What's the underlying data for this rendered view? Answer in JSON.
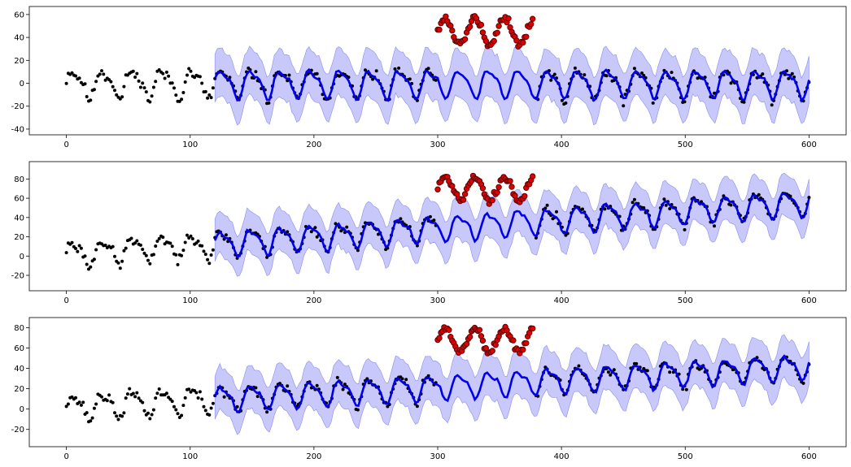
{
  "figure": {
    "panel_count": 3
  },
  "colors": {
    "prediction_line": "#0000ee",
    "confidence_band": "#c8c8fa",
    "confidence_band_edge": "#8c8cf0",
    "observed_points": "#000000",
    "anomaly_points_fill": "#e00000",
    "anomaly_points_edge": "#5a0000",
    "axes": "#000000"
  },
  "chart_data": [
    {
      "type": "line",
      "panel": "top",
      "xlim": [
        -30,
        630
      ],
      "ylim": [
        -45,
        67
      ],
      "xticks": [
        0,
        100,
        200,
        300,
        400,
        500,
        600
      ],
      "yticks": [
        -40,
        -20,
        0,
        20,
        40,
        60
      ],
      "trend_start": 0,
      "trend_end": 0,
      "seasonal_amplitude": 11,
      "seasonal_period": 24,
      "noise": 4,
      "band_halfwidth": 19,
      "forecast_start": 120,
      "forecast_end": 600,
      "anomaly_window": [
        300,
        378
      ],
      "anomaly_level": 45,
      "anomaly_swing": 12,
      "seed": 11,
      "series": [
        {
          "role": "observed",
          "marker": "point"
        },
        {
          "role": "anomaly",
          "marker": "point"
        },
        {
          "role": "prediction",
          "marker": "line"
        },
        {
          "role": "interval",
          "marker": "band"
        }
      ]
    },
    {
      "type": "line",
      "panel": "middle",
      "xlim": [
        -30,
        630
      ],
      "ylim": [
        -36,
        98
      ],
      "xticks": [
        0,
        100,
        200,
        300,
        400,
        500,
        600
      ],
      "yticks": [
        -20,
        0,
        20,
        40,
        60,
        80
      ],
      "trend_start": 2,
      "trend_end": 56,
      "seasonal_amplitude": 12,
      "seasonal_period": 24,
      "noise": 4,
      "band_halfwidth": 20,
      "forecast_start": 120,
      "forecast_end": 600,
      "anomaly_window": [
        300,
        378
      ],
      "anomaly_level": 70,
      "anomaly_swing": 12,
      "seed": 23,
      "series": [
        {
          "role": "observed",
          "marker": "point"
        },
        {
          "role": "anomaly",
          "marker": "point"
        },
        {
          "role": "prediction",
          "marker": "line"
        },
        {
          "role": "interval",
          "marker": "band"
        }
      ]
    },
    {
      "type": "line",
      "panel": "bottom",
      "xlim": [
        -30,
        630
      ],
      "ylim": [
        -37,
        90
      ],
      "xticks": [
        0,
        100,
        200,
        300,
        400,
        500,
        600
      ],
      "yticks": [
        -20,
        0,
        20,
        40,
        60,
        80
      ],
      "trend_start": 2,
      "trend_end": 42,
      "seasonal_amplitude": 11,
      "seasonal_period": 24,
      "noise": 4,
      "band_halfwidth": 20,
      "forecast_start": 120,
      "forecast_end": 600,
      "anomaly_window": [
        300,
        378
      ],
      "anomaly_level": 68,
      "anomaly_swing": 11,
      "seed": 37,
      "series": [
        {
          "role": "observed",
          "marker": "point"
        },
        {
          "role": "anomaly",
          "marker": "point"
        },
        {
          "role": "prediction",
          "marker": "line"
        },
        {
          "role": "interval",
          "marker": "band"
        }
      ]
    }
  ]
}
